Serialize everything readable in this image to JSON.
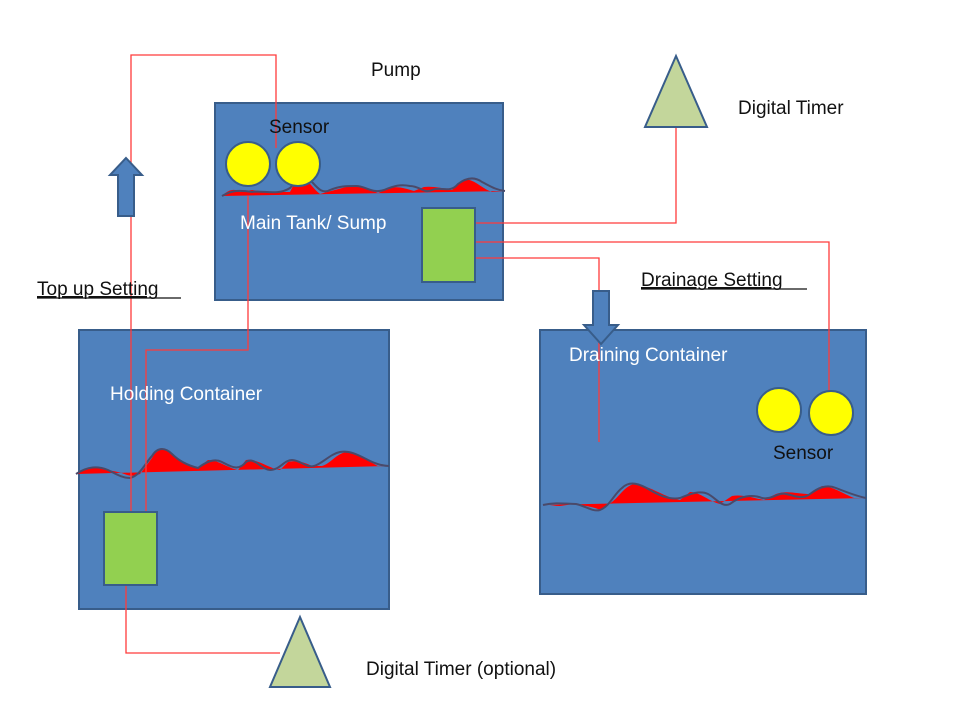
{
  "labels": {
    "pump": "Pump",
    "sensor_top": "Sensor",
    "sensor_right": "Sensor",
    "main_tank": "Main Tank/ Sump",
    "holding_container": "Holding Container",
    "draining_container": "Draining Container",
    "digital_timer": "Digital Timer",
    "digital_timer_optional": "Digital Timer (optional)",
    "top_up_setting": "Top up Setting",
    "drainage_setting": "Drainage Setting"
  },
  "colors": {
    "container_fill": "#4f81bd",
    "container_stroke": "#385d8a",
    "wire": "#ff3b3b",
    "water_wave": "#ff0000",
    "pump_fill": "#92d050",
    "sensor_fill": "#ffff00",
    "timer_fill": "#c3d69b"
  }
}
